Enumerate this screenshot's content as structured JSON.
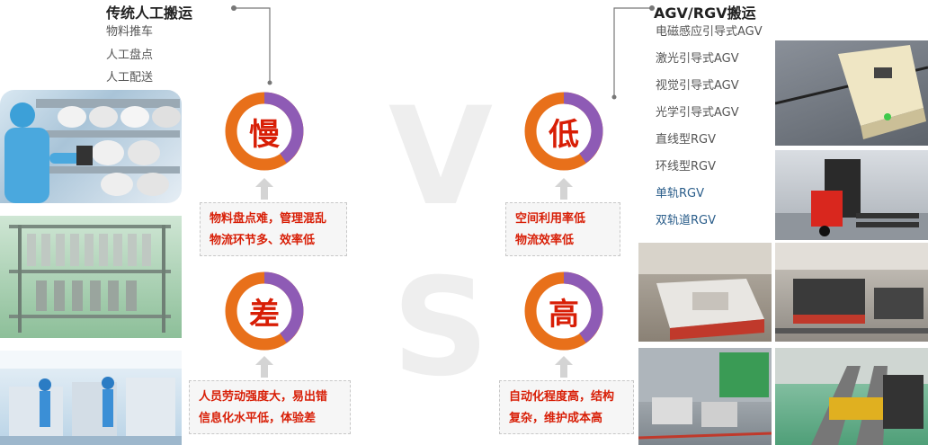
{
  "left": {
    "title": "传统人工搬运",
    "items": [
      "物料推车",
      "人工盘点",
      "人工配送"
    ],
    "indicators": [
      {
        "char": "慢",
        "lines": [
          "物料盘点难，管理混乱",
          "物流环节多、效率低"
        ]
      },
      {
        "char": "差",
        "lines": [
          "人员劳动强度大，易出错",
          "信息化水平低，体验差"
        ]
      }
    ]
  },
  "vs": {
    "v": "V",
    "s": "S"
  },
  "right": {
    "title": "AGV/RGV搬运",
    "items": [
      "电磁感应引导式AGV",
      "激光引导式AGV",
      "视觉引导式AGV",
      "光学引导式AGV",
      "直线型RGV",
      "环线型RGV",
      "单轨RGV",
      "双轨道RGV"
    ],
    "indicators": [
      {
        "char": "低",
        "lines": [
          "空间利用率低",
          "物流效率低"
        ]
      },
      {
        "char": "高",
        "lines": [
          "自动化程度高，结构",
          "复杂，维护成本高"
        ]
      }
    ]
  },
  "colors": {
    "ring_orange": "#e8701a",
    "ring_purple": "#8e5bb5",
    "text_red": "#d81e06"
  }
}
